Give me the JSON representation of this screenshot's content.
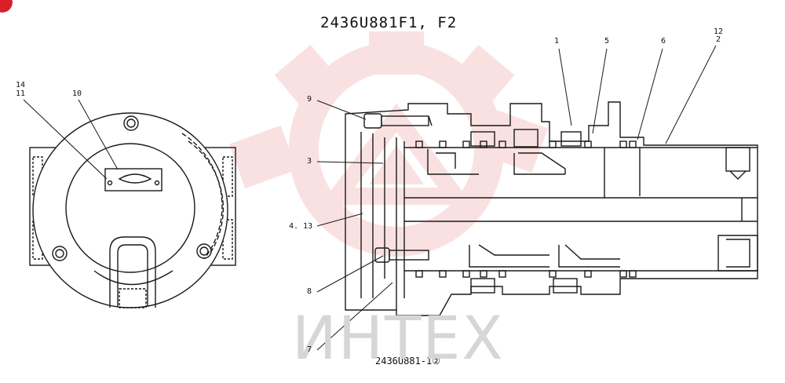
{
  "title": "2436U881F1, F2",
  "caption": "2436U881-1②",
  "watermark": "ИНТЕХ",
  "colors": {
    "badge": "#d9202a",
    "watermark_gear": "#f7c9c9",
    "line": "#1a1a1a"
  },
  "callouts": {
    "c14": "14",
    "c11": "11",
    "c10": "10",
    "c9": "9",
    "c3": "3",
    "c4_13": "4. 13",
    "c8": "8",
    "c7": "7",
    "c1": "1",
    "c5": "5",
    "c6": "6",
    "c12": "12",
    "c2": "2"
  }
}
